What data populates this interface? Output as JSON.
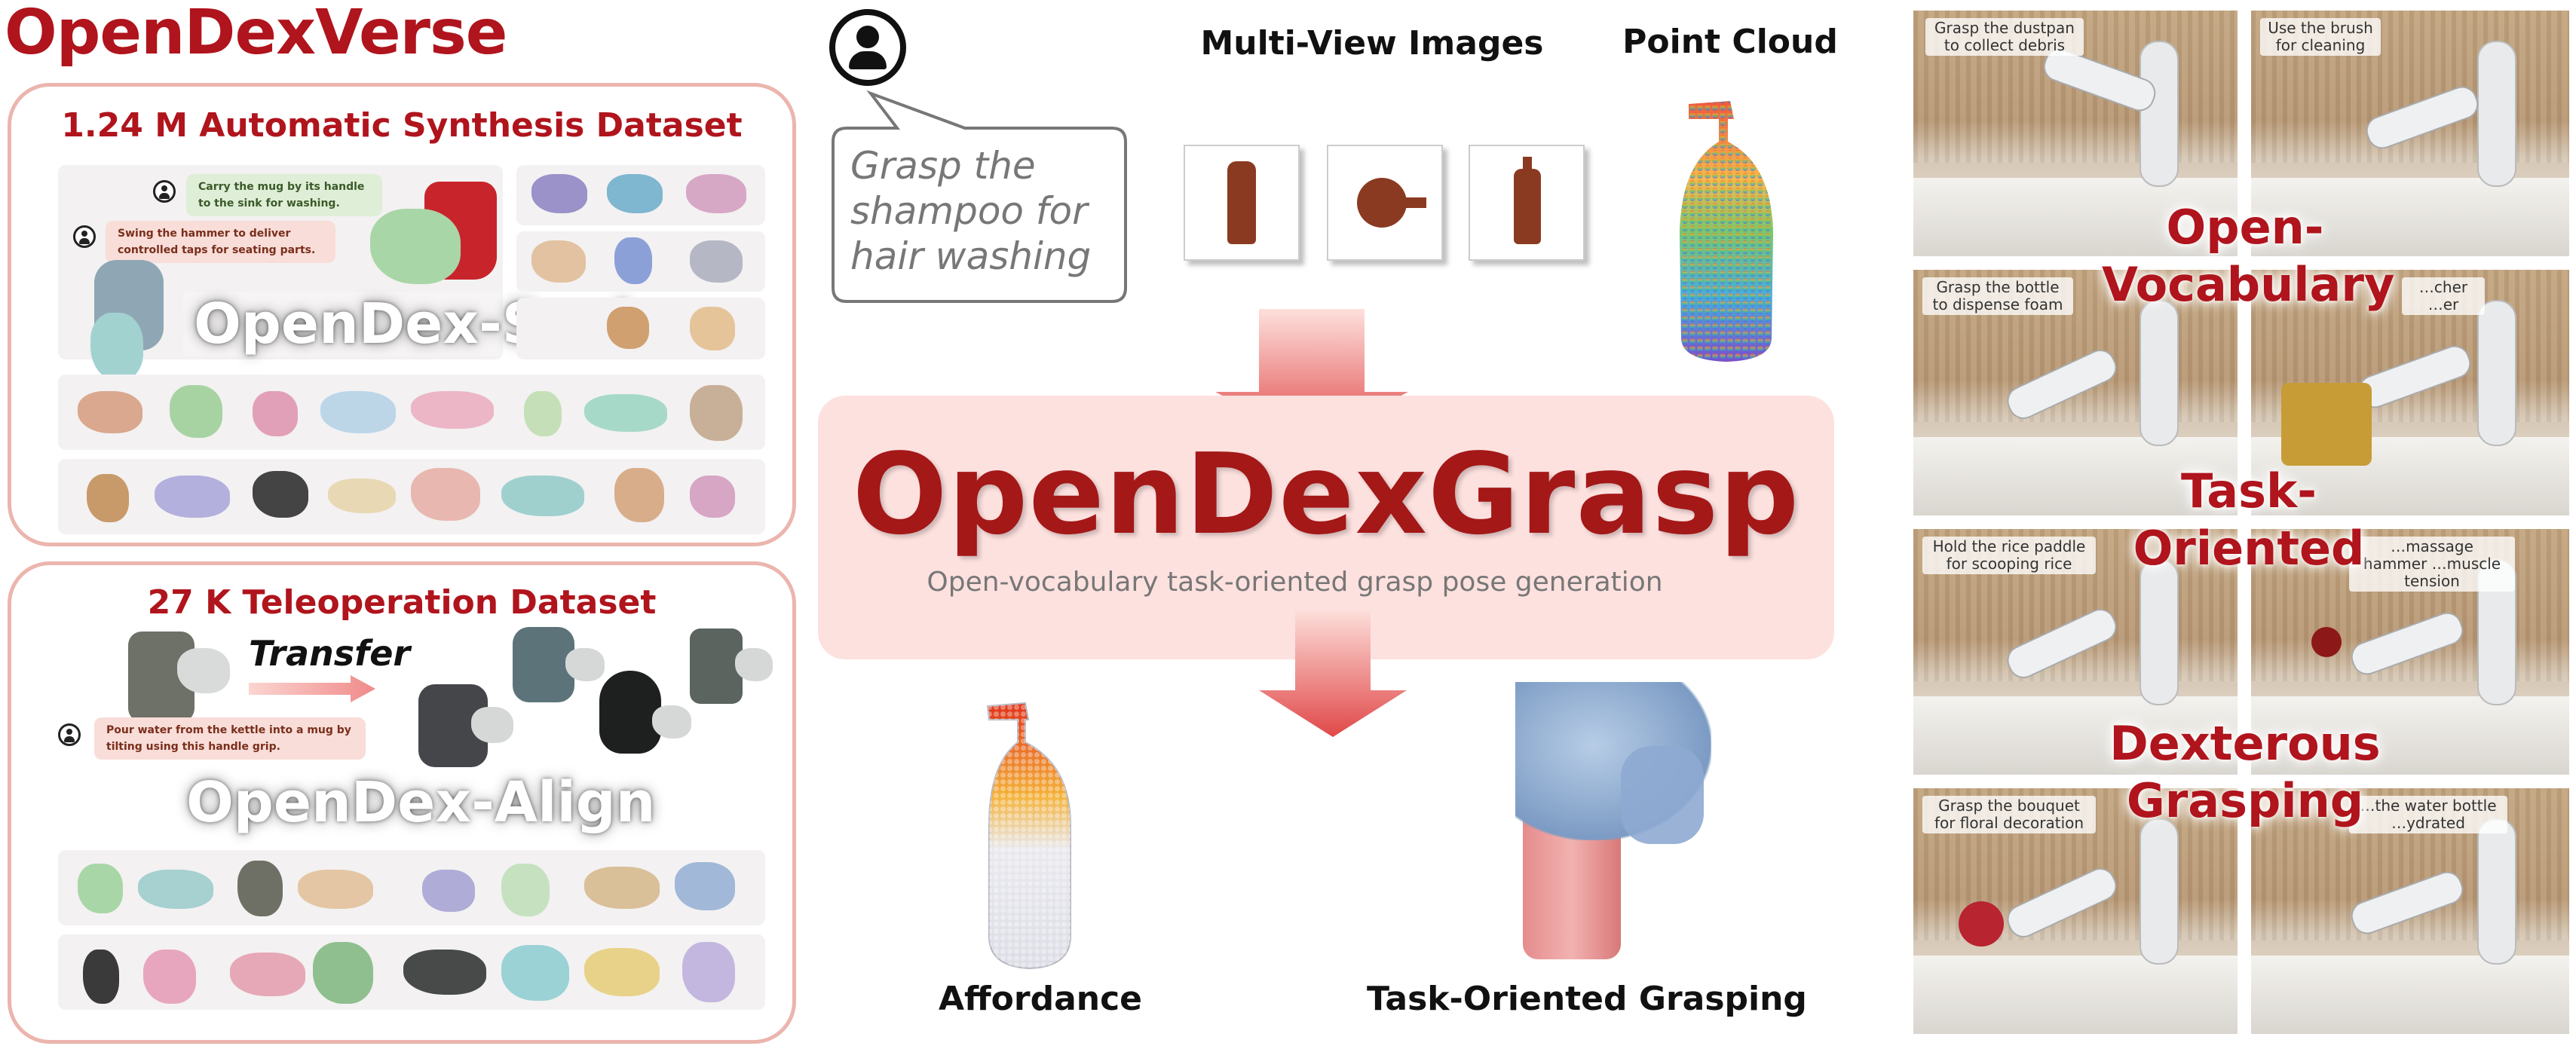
{
  "brand": {
    "title": "OpenDexVerse",
    "color": "#b0141c"
  },
  "synthesis": {
    "title": "1.24 M Automatic Synthesis Dataset",
    "prompt_1": "Carry the mug by its handle to the sink for washing.",
    "prompt_2": "Swing the hammer to deliver controlled taps for seating parts.",
    "label": "OpenDex-Scale"
  },
  "teleop": {
    "title": "27 K Teleoperation Dataset",
    "transfer_label": "Transfer",
    "prompt": "Pour water from the kettle into a mug by tilting using this handle grip.",
    "label": "OpenDex-Align"
  },
  "center": {
    "instruction": "Grasp the shampoo for hair washing",
    "multiview_title": "Multi-View Images",
    "pointcloud_title": "Point Cloud",
    "model_name": "OpenDexGrasp",
    "model_subtitle": "Open-vocabulary task-oriented grasp pose generation",
    "affordance_title": "Affordance",
    "grasping_title": "Task-Oriented Grasping"
  },
  "robot_grid": {
    "captions": [
      "Grasp the dustpan to collect debris",
      "Use the brush for cleaning",
      "Grasp the bottle to dispense foam",
      "…cher …er",
      "Hold the rice paddle for scooping rice",
      "…massage hammer …muscle tension",
      "Grasp the bouquet for floral decoration",
      "…the water bottle …ydrated"
    ],
    "overlays": [
      "Open-Vocabulary",
      "Task-Oriented",
      "Dexterous Grasping"
    ]
  },
  "colors": {
    "accent_red": "#b0141c",
    "panel_border": "#ebb5ad",
    "model_box": "#fde1df",
    "arrow": "#e25a5a"
  }
}
